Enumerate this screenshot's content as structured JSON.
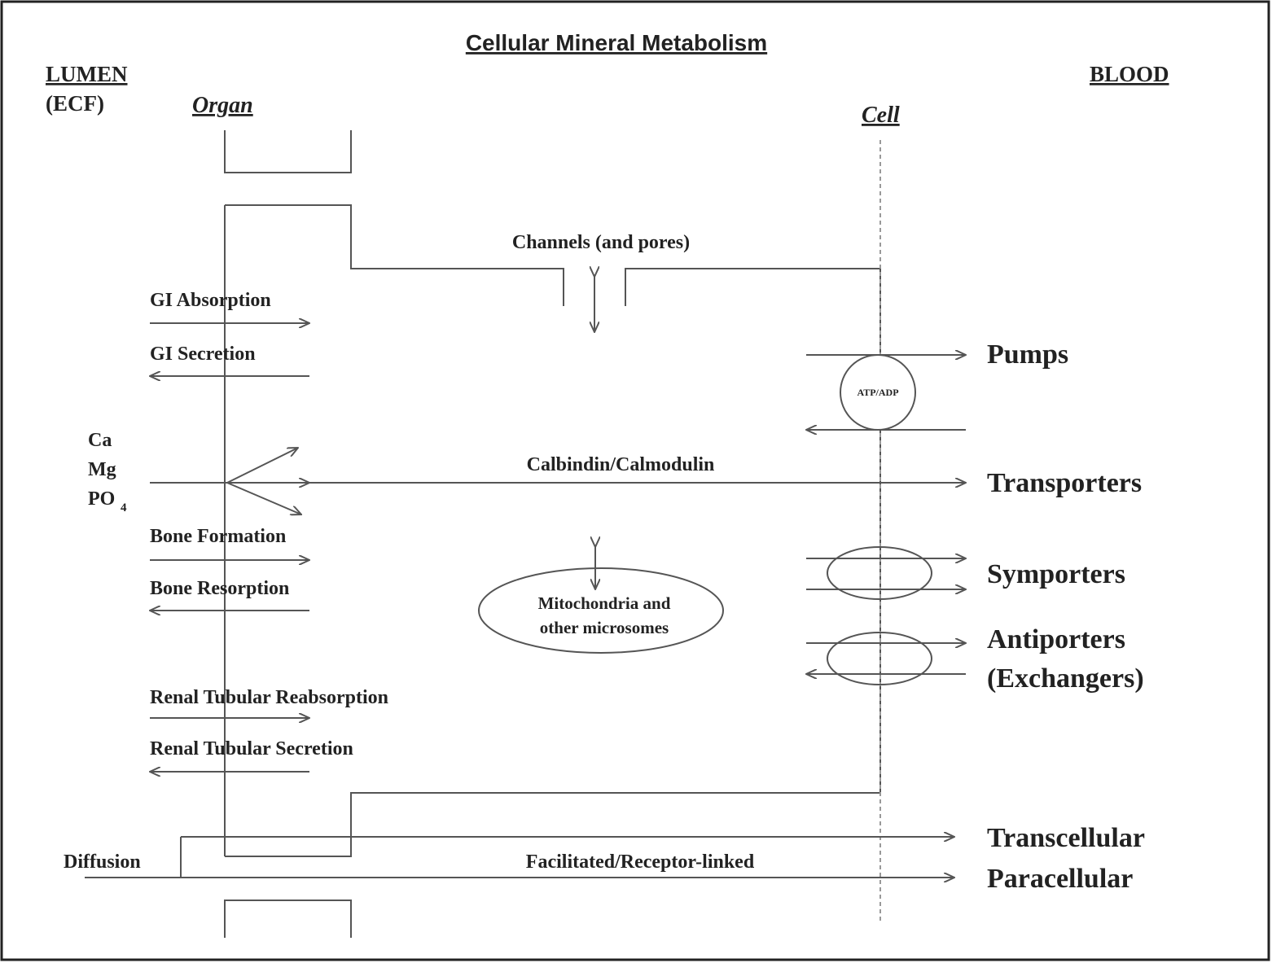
{
  "title": "Cellular Mineral Metabolism",
  "headers": {
    "lumen": "LUMEN",
    "ecf": "(ECF)",
    "organ": "Organ",
    "cell": "Cell",
    "blood": "BLOOD"
  },
  "labels": {
    "channels": "Channels (and pores)",
    "gi_absorption": "GI Absorption",
    "gi_secretion": "GI Secretion",
    "ions": [
      "Ca",
      "Mg",
      "PO",
      "4"
    ],
    "calbindin": "Calbindin/Calmodulin",
    "bone_formation": "Bone Formation",
    "bone_resorption": "Bone Resorption",
    "mitochondria": [
      "Mitochondria and",
      "other microsomes"
    ],
    "renal_reabsorption": "Renal Tubular Reabsorption",
    "renal_secretion": "Renal Tubular Secretion",
    "diffusion": "Diffusion",
    "facilitated": "Facilitated/Receptor-linked",
    "atp_adp": "ATP/ADP"
  },
  "transport_types": {
    "pumps": "Pumps",
    "transporters": "Transporters",
    "symporters": "Symporters",
    "antiporters": "Antiporters",
    "exchangers": "(Exchangers)",
    "transcellular": "Transcellular",
    "paracellular": "Paracellular"
  }
}
